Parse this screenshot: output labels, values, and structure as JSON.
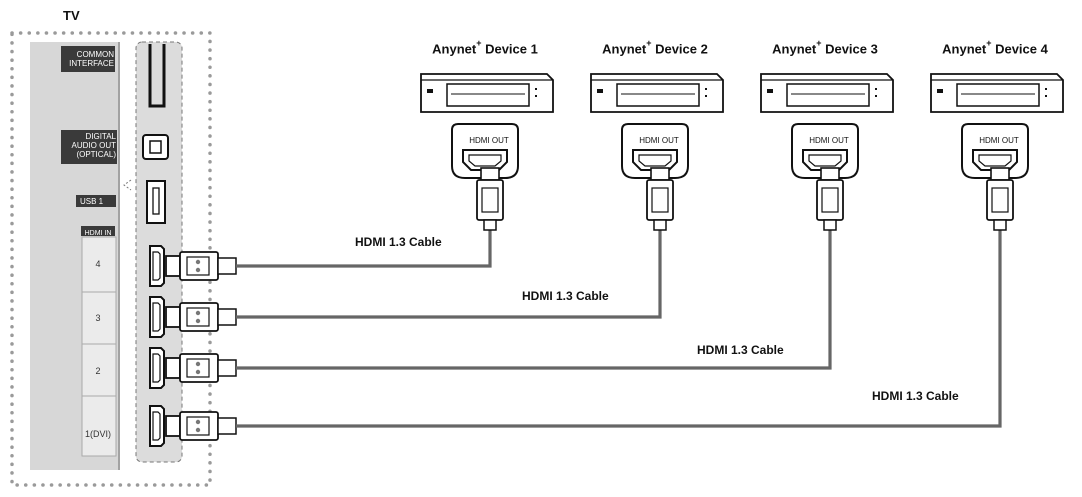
{
  "tv": {
    "title": "TV",
    "labels": {
      "common_interface": [
        "COMMON",
        "INTERFACE"
      ],
      "digital_audio": [
        "DIGITAL",
        "AUDIO OUT",
        "(OPTICAL)"
      ],
      "usb": "USB 1",
      "hdmi_in": "HDMI IN"
    },
    "ports": [
      "4",
      "3",
      "2",
      "1(DVI)"
    ]
  },
  "devices": [
    {
      "name": "Anynet",
      "sup": "+",
      "suffix": " Device 1",
      "port_label": "HDMI OUT"
    },
    {
      "name": "Anynet",
      "sup": "+",
      "suffix": " Device 2",
      "port_label": "HDMI OUT"
    },
    {
      "name": "Anynet",
      "sup": "+",
      "suffix": " Device 3",
      "port_label": "HDMI OUT"
    },
    {
      "name": "Anynet",
      "sup": "+",
      "suffix": " Device 4",
      "port_label": "HDMI OUT"
    }
  ],
  "cables": [
    {
      "label": "HDMI 1.3 Cable",
      "from_port": "4",
      "to_device": 1
    },
    {
      "label": "HDMI 1.3 Cable",
      "from_port": "3",
      "to_device": 2
    },
    {
      "label": "HDMI 1.3 Cable",
      "from_port": "2",
      "to_device": 3
    },
    {
      "label": "HDMI 1.3 Cable",
      "from_port": "1(DVI)",
      "to_device": 4
    }
  ]
}
